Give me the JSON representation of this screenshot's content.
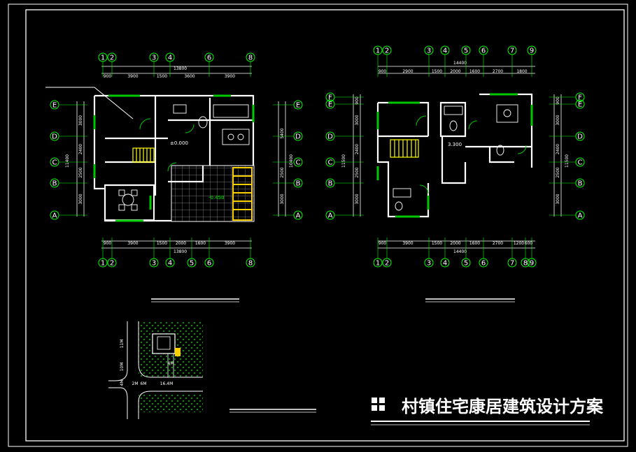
{
  "title": "村镇住宅康居建筑设计方案",
  "plan1": {
    "top_axes": [
      "1",
      "2",
      "3",
      "4",
      "6",
      "8"
    ],
    "bottom_axes": [
      "1",
      "2",
      "3",
      "4",
      "5",
      "6",
      "8"
    ],
    "top_total": "13800",
    "top_dims": [
      "900",
      "3900",
      "1500",
      "3600",
      "3900"
    ],
    "bottom_dims": [
      "900",
      "3900",
      "1500",
      "2000",
      "1600",
      "3900"
    ],
    "bottom_total": "13800",
    "row_axes": [
      "E",
      "D",
      "C",
      "B",
      "A"
    ],
    "left_dims": [
      "3000",
      "2400",
      "2500",
      "3000"
    ],
    "left_total": "11400",
    "right_dims": [
      "5400",
      "2500",
      "3000"
    ],
    "right_total": "10400",
    "level_main": "±0.000",
    "level_terrace": "-0.450"
  },
  "plan2": {
    "top_axes": [
      "1",
      "2",
      "3",
      "4",
      "5",
      "6",
      "7",
      "9"
    ],
    "bottom_axes": [
      "1",
      "2",
      "3",
      "4",
      "5",
      "6",
      "7",
      "8",
      "9"
    ],
    "top_total": "14400",
    "top_dims": [
      "900",
      "2900",
      "1500",
      "2000",
      "1600",
      "2700",
      "1800"
    ],
    "bottom_dims": [
      "900",
      "3900",
      "1500",
      "2000",
      "1600",
      "2700",
      "1200",
      "600"
    ],
    "bottom_total": "14400",
    "row_axes": [
      "F",
      "E",
      "D",
      "C",
      "B",
      "A"
    ],
    "left_dims": [
      "900",
      "3000",
      "2400",
      "2500",
      "3000"
    ],
    "left_total": "11500",
    "right_dims": [
      "900",
      "3000",
      "2400",
      "2500",
      "3000"
    ],
    "right_total": "11500",
    "level_upper": "3.300"
  },
  "site": {
    "dims": [
      "11M",
      "10M",
      "4M",
      "2M",
      "6M",
      "16.4M",
      "4M"
    ]
  },
  "colors": {
    "line": "#ffffff",
    "axis": "#00ff00",
    "wall": "#ffffff",
    "window": "#00c800",
    "stair": "#ffff00",
    "terrace": "#ffd000",
    "hatch": "#00aa00"
  }
}
